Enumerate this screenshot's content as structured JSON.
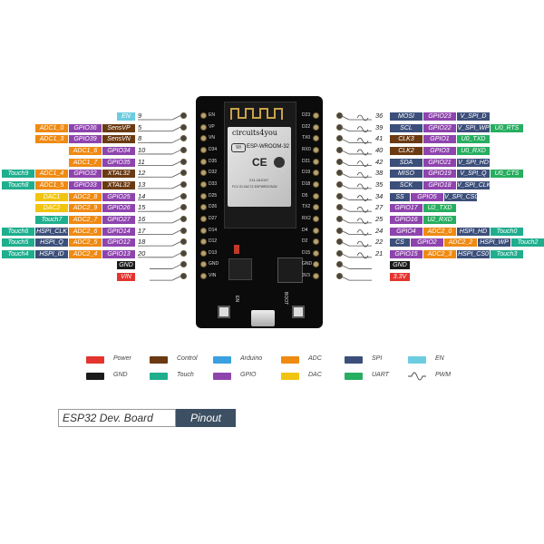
{
  "colors": {
    "power": "#e3342f",
    "gnd": "#1b1b1b",
    "control": "#6b3a12",
    "touch": "#1fae8e",
    "arduino": "#3aa0e0",
    "gpio": "#8e44ad",
    "adc": "#ef8a12",
    "dac": "#f1c40f",
    "spi": "#3c4f7a",
    "uart": "#27ae60",
    "en": "#6dcde0"
  },
  "left_rows": [
    {
      "pin": "9",
      "tags": [
        {
          "t": "EN",
          "c": "en"
        }
      ]
    },
    {
      "pin": "5",
      "tags": [
        {
          "t": "ADC1_0",
          "c": "adc"
        },
        {
          "t": "GPIO36",
          "c": "gpio"
        },
        {
          "t": "SensVP",
          "c": "control"
        }
      ]
    },
    {
      "pin": "8",
      "tags": [
        {
          "t": "ADC1_3",
          "c": "adc"
        },
        {
          "t": "GPIO39",
          "c": "gpio"
        },
        {
          "t": "SensVN",
          "c": "control"
        }
      ]
    },
    {
      "pin": "10",
      "tags": [
        {
          "t": "ADC1_6",
          "c": "adc"
        },
        {
          "t": "GPIO34",
          "c": "gpio"
        }
      ]
    },
    {
      "pin": "11",
      "tags": [
        {
          "t": "ADC1_7",
          "c": "adc"
        },
        {
          "t": "GPIO35",
          "c": "gpio"
        }
      ]
    },
    {
      "pin": "12",
      "tags": [
        {
          "t": "Touch9",
          "c": "touch"
        },
        {
          "t": "ADC1_4",
          "c": "adc"
        },
        {
          "t": "GPIO32",
          "c": "gpio"
        },
        {
          "t": "XTAL32",
          "c": "control"
        }
      ]
    },
    {
      "pin": "13",
      "tags": [
        {
          "t": "Touch8",
          "c": "touch"
        },
        {
          "t": "ADC1_5",
          "c": "adc"
        },
        {
          "t": "GPIO33",
          "c": "gpio"
        },
        {
          "t": "XTAL32",
          "c": "control"
        }
      ]
    },
    {
      "pin": "14",
      "tags": [
        {
          "t": "DAC1",
          "c": "dac"
        },
        {
          "t": "ADC2_8",
          "c": "adc"
        },
        {
          "t": "GPIO25",
          "c": "gpio"
        }
      ]
    },
    {
      "pin": "15",
      "tags": [
        {
          "t": "DAC2",
          "c": "dac"
        },
        {
          "t": "ADC2_9",
          "c": "adc"
        },
        {
          "t": "GPIO26",
          "c": "gpio"
        }
      ]
    },
    {
      "pin": "16",
      "tags": [
        {
          "t": "Touch7",
          "c": "touch"
        },
        {
          "t": "ADC2_7",
          "c": "adc"
        },
        {
          "t": "GPIO27",
          "c": "gpio"
        }
      ]
    },
    {
      "pin": "17",
      "tags": [
        {
          "t": "Touch6",
          "c": "touch"
        },
        {
          "t": "HSPI_CLK",
          "c": "spi"
        },
        {
          "t": "ADC2_6",
          "c": "adc"
        },
        {
          "t": "GPIO14",
          "c": "gpio"
        }
      ]
    },
    {
      "pin": "18",
      "tags": [
        {
          "t": "Touch5",
          "c": "touch"
        },
        {
          "t": "HSPI_Q",
          "c": "spi"
        },
        {
          "t": "ADC2_5",
          "c": "adc"
        },
        {
          "t": "GPIO12",
          "c": "gpio"
        }
      ]
    },
    {
      "pin": "20",
      "tags": [
        {
          "t": "Touch4",
          "c": "touch"
        },
        {
          "t": "HSPI_ID",
          "c": "spi"
        },
        {
          "t": "ADC2_4",
          "c": "adc"
        },
        {
          "t": "GPIO13",
          "c": "gpio"
        }
      ]
    },
    {
      "pin": "",
      "tags": [
        {
          "t": "GND",
          "c": "gnd"
        }
      ]
    },
    {
      "pin": "",
      "tags": [
        {
          "t": "VIN",
          "c": "power"
        }
      ]
    }
  ],
  "right_rows": [
    {
      "pin": "36",
      "pwm": true,
      "tags": [
        {
          "t": "MOSI",
          "c": "spi"
        },
        {
          "t": "GPIO23",
          "c": "gpio"
        },
        {
          "t": "V_SPI_D",
          "c": "spi"
        }
      ]
    },
    {
      "pin": "39",
      "pwm": true,
      "tags": [
        {
          "t": "SCL",
          "c": "spi"
        },
        {
          "t": "GPIO22",
          "c": "gpio"
        },
        {
          "t": "V_SPI_WP",
          "c": "spi"
        },
        {
          "t": "U0_RTS",
          "c": "uart"
        }
      ]
    },
    {
      "pin": "41",
      "pwm": true,
      "tags": [
        {
          "t": "CLK3",
          "c": "control"
        },
        {
          "t": "GPIO1",
          "c": "gpio"
        },
        {
          "t": "U0_TXD",
          "c": "uart"
        }
      ]
    },
    {
      "pin": "40",
      "pwm": true,
      "tags": [
        {
          "t": "CLK2",
          "c": "control"
        },
        {
          "t": "GPIO3",
          "c": "gpio"
        },
        {
          "t": "U0_RXD",
          "c": "uart"
        }
      ]
    },
    {
      "pin": "42",
      "pwm": true,
      "tags": [
        {
          "t": "SDA",
          "c": "spi"
        },
        {
          "t": "GPIO21",
          "c": "gpio"
        },
        {
          "t": "V_SPI_HD",
          "c": "spi"
        }
      ]
    },
    {
      "pin": "38",
      "pwm": true,
      "tags": [
        {
          "t": "MISO",
          "c": "spi"
        },
        {
          "t": "GPIO19",
          "c": "gpio"
        },
        {
          "t": "V_SPI_Q",
          "c": "spi"
        },
        {
          "t": "U0_CTS",
          "c": "uart"
        }
      ]
    },
    {
      "pin": "35",
      "pwm": true,
      "tags": [
        {
          "t": "SCK",
          "c": "spi"
        },
        {
          "t": "GPIO18",
          "c": "gpio"
        },
        {
          "t": "V_SPI_CLK",
          "c": "spi"
        }
      ]
    },
    {
      "pin": "34",
      "pwm": true,
      "tags": [
        {
          "t": "SS",
          "c": "spi"
        },
        {
          "t": "GPIO5",
          "c": "gpio"
        },
        {
          "t": "V_SPI_CS0",
          "c": "spi"
        }
      ]
    },
    {
      "pin": "27",
      "pwm": true,
      "tags": [
        {
          "t": "GPIO17",
          "c": "gpio"
        },
        {
          "t": "U2_TXD",
          "c": "uart"
        }
      ]
    },
    {
      "pin": "25",
      "pwm": true,
      "tags": [
        {
          "t": "GPIO16",
          "c": "gpio"
        },
        {
          "t": "U2_RXD",
          "c": "uart"
        }
      ]
    },
    {
      "pin": "24",
      "pwm": true,
      "tags": [
        {
          "t": "GPIO4",
          "c": "gpio"
        },
        {
          "t": "ADC2_0",
          "c": "adc"
        },
        {
          "t": "HSPI_HD",
          "c": "spi"
        },
        {
          "t": "Touch0",
          "c": "touch"
        }
      ]
    },
    {
      "pin": "22",
      "pwm": true,
      "tags": [
        {
          "t": "CS",
          "c": "spi"
        },
        {
          "t": "GPIO2",
          "c": "gpio"
        },
        {
          "t": "ADC2_2",
          "c": "adc"
        },
        {
          "t": "HSPI_WP",
          "c": "spi"
        },
        {
          "t": "Touch2",
          "c": "touch"
        }
      ]
    },
    {
      "pin": "21",
      "pwm": true,
      "tags": [
        {
          "t": "GPIO15",
          "c": "gpio"
        },
        {
          "t": "ADC2_3",
          "c": "adc"
        },
        {
          "t": "HSPI_CS0",
          "c": "spi"
        },
        {
          "t": "Touch3",
          "c": "touch"
        }
      ]
    },
    {
      "pin": "",
      "pwm": false,
      "tags": [
        {
          "t": "GND",
          "c": "gnd"
        }
      ]
    },
    {
      "pin": "",
      "pwm": false,
      "tags": [
        {
          "t": "3.3V",
          "c": "power"
        }
      ]
    }
  ],
  "board": {
    "brand": "circuits4you",
    "module": "ESP-WROOM-32",
    "cert": "FCC ID:2AC7Z-ESPWROOM32",
    "code": "211-161007",
    "ce": "CE",
    "en_label": "EN",
    "boot_label": "BOOT",
    "left_silk": [
      "EN",
      "VP",
      "VN",
      "D34",
      "D35",
      "D32",
      "D33",
      "D25",
      "D26",
      "D27",
      "D14",
      "D12",
      "D13",
      "GND",
      "VIN"
    ],
    "right_silk": [
      "D23",
      "D22",
      "TX0",
      "RX0",
      "D21",
      "D19",
      "D18",
      "D5",
      "TX2",
      "RX2",
      "D4",
      "D2",
      "D15",
      "GND",
      "3V3"
    ]
  },
  "legend": [
    {
      "label": "Power",
      "c": "power"
    },
    {
      "label": "Control",
      "c": "control"
    },
    {
      "label": "Arduino",
      "c": "arduino"
    },
    {
      "label": "ADC",
      "c": "adc"
    },
    {
      "label": "SPI",
      "c": "spi"
    },
    {
      "label": "EN",
      "c": "en"
    },
    {
      "label": "GND",
      "c": "gnd"
    },
    {
      "label": "Touch",
      "c": "touch"
    },
    {
      "label": "GPIO",
      "c": "gpio"
    },
    {
      "label": "DAC",
      "c": "dac"
    },
    {
      "label": "UART",
      "c": "uart"
    },
    {
      "label": "PWM",
      "c": "pwm"
    }
  ],
  "title": {
    "main": "ESP32 Dev. Board",
    "sub": "Pinout"
  }
}
